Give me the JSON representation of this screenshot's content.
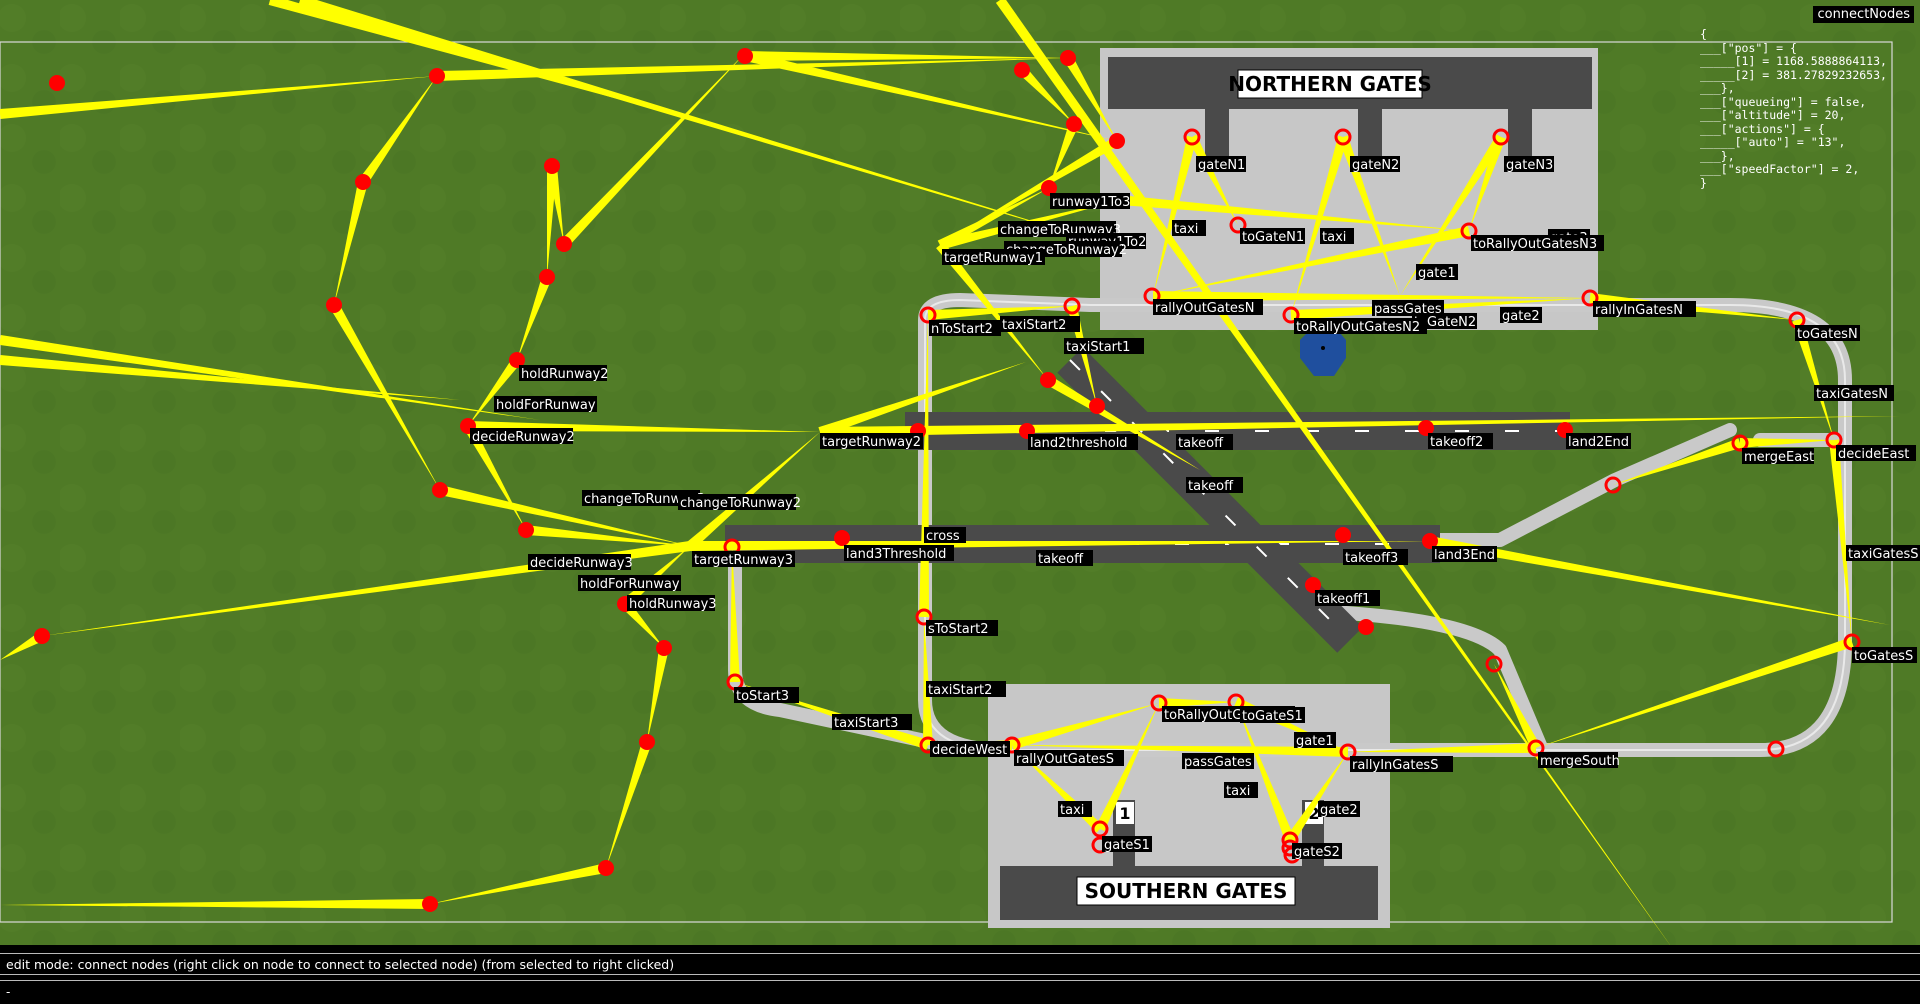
{
  "mode_tag": "connectNodes",
  "inspector_text": "{\n___[\"pos\"] = {\n_____[1] = 1168.5888864113,\n_____[2] = 381.27829232653,\n___},\n___[\"queueing\"] = false,\n___[\"altitude\"] = 20,\n___[\"actions\"] = {\n_____[\"auto\"] = \"13\",\n___},\n___[\"speedFactor\"] = 2,\n}",
  "status_text": "edit mode: connect nodes (right click on node to connect to selected node) (from selected to right clicked)",
  "console_text": "-",
  "northern_gates_title": "NORTHERN GATES",
  "southern_gates_title": "SOUTHERN GATES",
  "gate_numbers": [
    "1",
    "2"
  ],
  "colors": {
    "grass": "#4f7a26",
    "apron": "#c7c7c7",
    "taxiway": "#c9c9c9",
    "runway": "#4a4a4a",
    "edge": "#ffff00",
    "node": "#ff0000",
    "selected": "#1f4f9e"
  },
  "node_labels": [
    "gateN1",
    "gateN2",
    "gateN3",
    "taxi",
    "taxi",
    "toGateN1",
    "gate3",
    "toRallyOutGatesN3",
    "gate1",
    "passGates",
    "toGateN2",
    "gate2",
    "rallyOutGatesN",
    "toRallyOutGatesN2",
    "rallyInGatesN",
    "toGatesN",
    "taxiGatesN",
    "runway1To3",
    "changeToRunway3",
    "runway1To2",
    "changeToRunway2",
    "targetRunway1",
    "nToStart2",
    "taxiStart2",
    "taxiStart1",
    "holdRunway2",
    "holdForRunway",
    "decideRunway2",
    "targetRunway2",
    "land2threshold",
    "takeoff",
    "takeoff2",
    "land2End",
    "mergeEast",
    "decideEast",
    "takeoff",
    "changeToRunway3",
    "changeToRunway2",
    "cross",
    "land3Threshold",
    "takeoff",
    "takeoff3",
    "land3End",
    "targetRunway3",
    "decideRunway3",
    "holdForRunway",
    "holdRunway3",
    "taxiGatesS",
    "takeoff1",
    "sToStart2",
    "taxiStart2",
    "toGatesS",
    "toStart3",
    "taxiStart3",
    "decideWest",
    "toRallyOutGatesS1",
    "toGateS1",
    "rallyOutGatesS",
    "passGates",
    "gate1",
    "rallyInGatesS",
    "mergeSouth",
    "taxi",
    "taxi",
    "gate2",
    "gateS1",
    "gateS2"
  ]
}
